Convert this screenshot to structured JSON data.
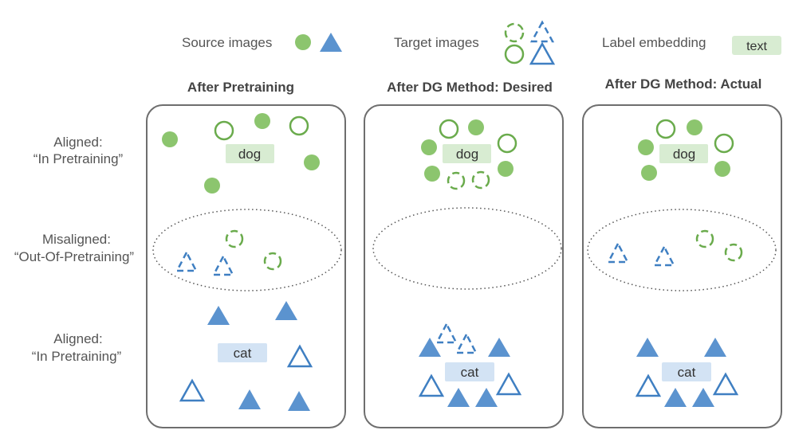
{
  "legend": {
    "source_label": "Source images",
    "target_label": "Target images",
    "embedding_label": "Label embedding",
    "embedding_sample": "text"
  },
  "panels": [
    {
      "title": "After Pretraining",
      "dog": "dog",
      "cat": "cat"
    },
    {
      "title": "After DG Method: Desired",
      "dog": "dog",
      "cat": "cat"
    },
    {
      "title": "After DG Method: Actual",
      "dog": "dog",
      "cat": "cat"
    }
  ],
  "rows": [
    {
      "line1": "Aligned:",
      "line2": "“In Pretraining”"
    },
    {
      "line1": "Misaligned:",
      "line2": "“Out-Of-Pretraining”"
    },
    {
      "line1": "Aligned:",
      "line2": "“In Pretraining”"
    }
  ],
  "colors": {
    "green": "#8cc56e",
    "green_stroke": "#6aab4c",
    "blue": "#5b93cf",
    "blue_stroke": "#3f7fc2",
    "green_label_bg": "#d8ecd2",
    "blue_label_bg": "#d3e3f4",
    "panel_border": "#6e6e6e"
  },
  "icons": [
    "filled-circle-icon",
    "hollow-circle-icon",
    "dashed-circle-icon",
    "filled-triangle-icon",
    "hollow-triangle-icon",
    "dashed-triangle-icon"
  ]
}
